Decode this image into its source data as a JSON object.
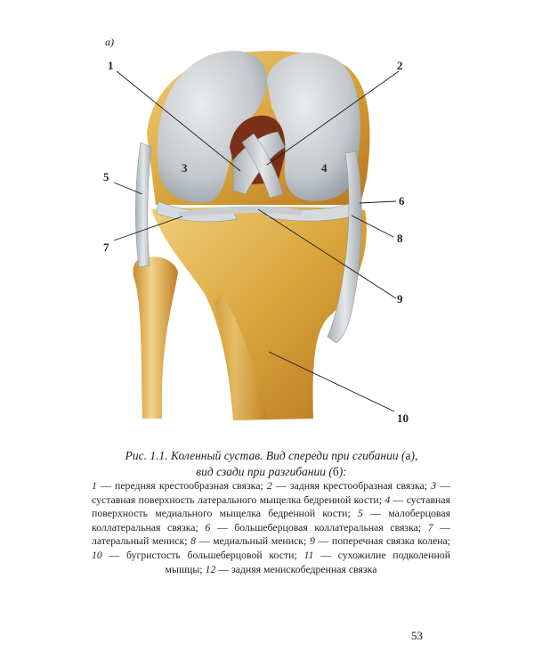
{
  "figure": {
    "panel_label": "а)",
    "labels": [
      "1",
      "2",
      "3",
      "4",
      "5",
      "6",
      "7",
      "8",
      "9",
      "10"
    ]
  },
  "caption": {
    "line1": "Рис. 1.1. Коленный сустав. Вид спереди при сгибании (",
    "a": "а",
    "line1_end": "),",
    "line2": "вид сзади при разгибании (",
    "b": "б",
    "line2_end": "):"
  },
  "legend": [
    {
      "num": "1",
      "text": "передняя крестообразная связка;"
    },
    {
      "num": "2",
      "text": "задняя крестообразная связка;"
    },
    {
      "num": "3",
      "text": "суставная поверхность латерального мыщелка бедренной кости;"
    },
    {
      "num": "4",
      "text": "суставная поверхность медиального мыщелка бедренной кости;"
    },
    {
      "num": "5",
      "text": "малоберцовая коллатеральная связка;"
    },
    {
      "num": "6",
      "text": "большеберцовая коллатеральная связка;"
    },
    {
      "num": "7",
      "text": "латеральный мениск;"
    },
    {
      "num": "8",
      "text": "медиальный мениск;"
    },
    {
      "num": "9",
      "text": "поперечная связка колена;"
    },
    {
      "num": "10",
      "text": "бугристость большеберцовой кости;"
    },
    {
      "num": "11",
      "text": "сухожилие подколенной мышцы;"
    },
    {
      "num": "12",
      "text": "задняя менискобедренная связка"
    }
  ],
  "page_number": "53",
  "colors": {
    "bone": "#d9a53c",
    "cartilage": "#c9cdd1",
    "ligament": "#cfd3d6",
    "leader": "#1a1a1a"
  }
}
